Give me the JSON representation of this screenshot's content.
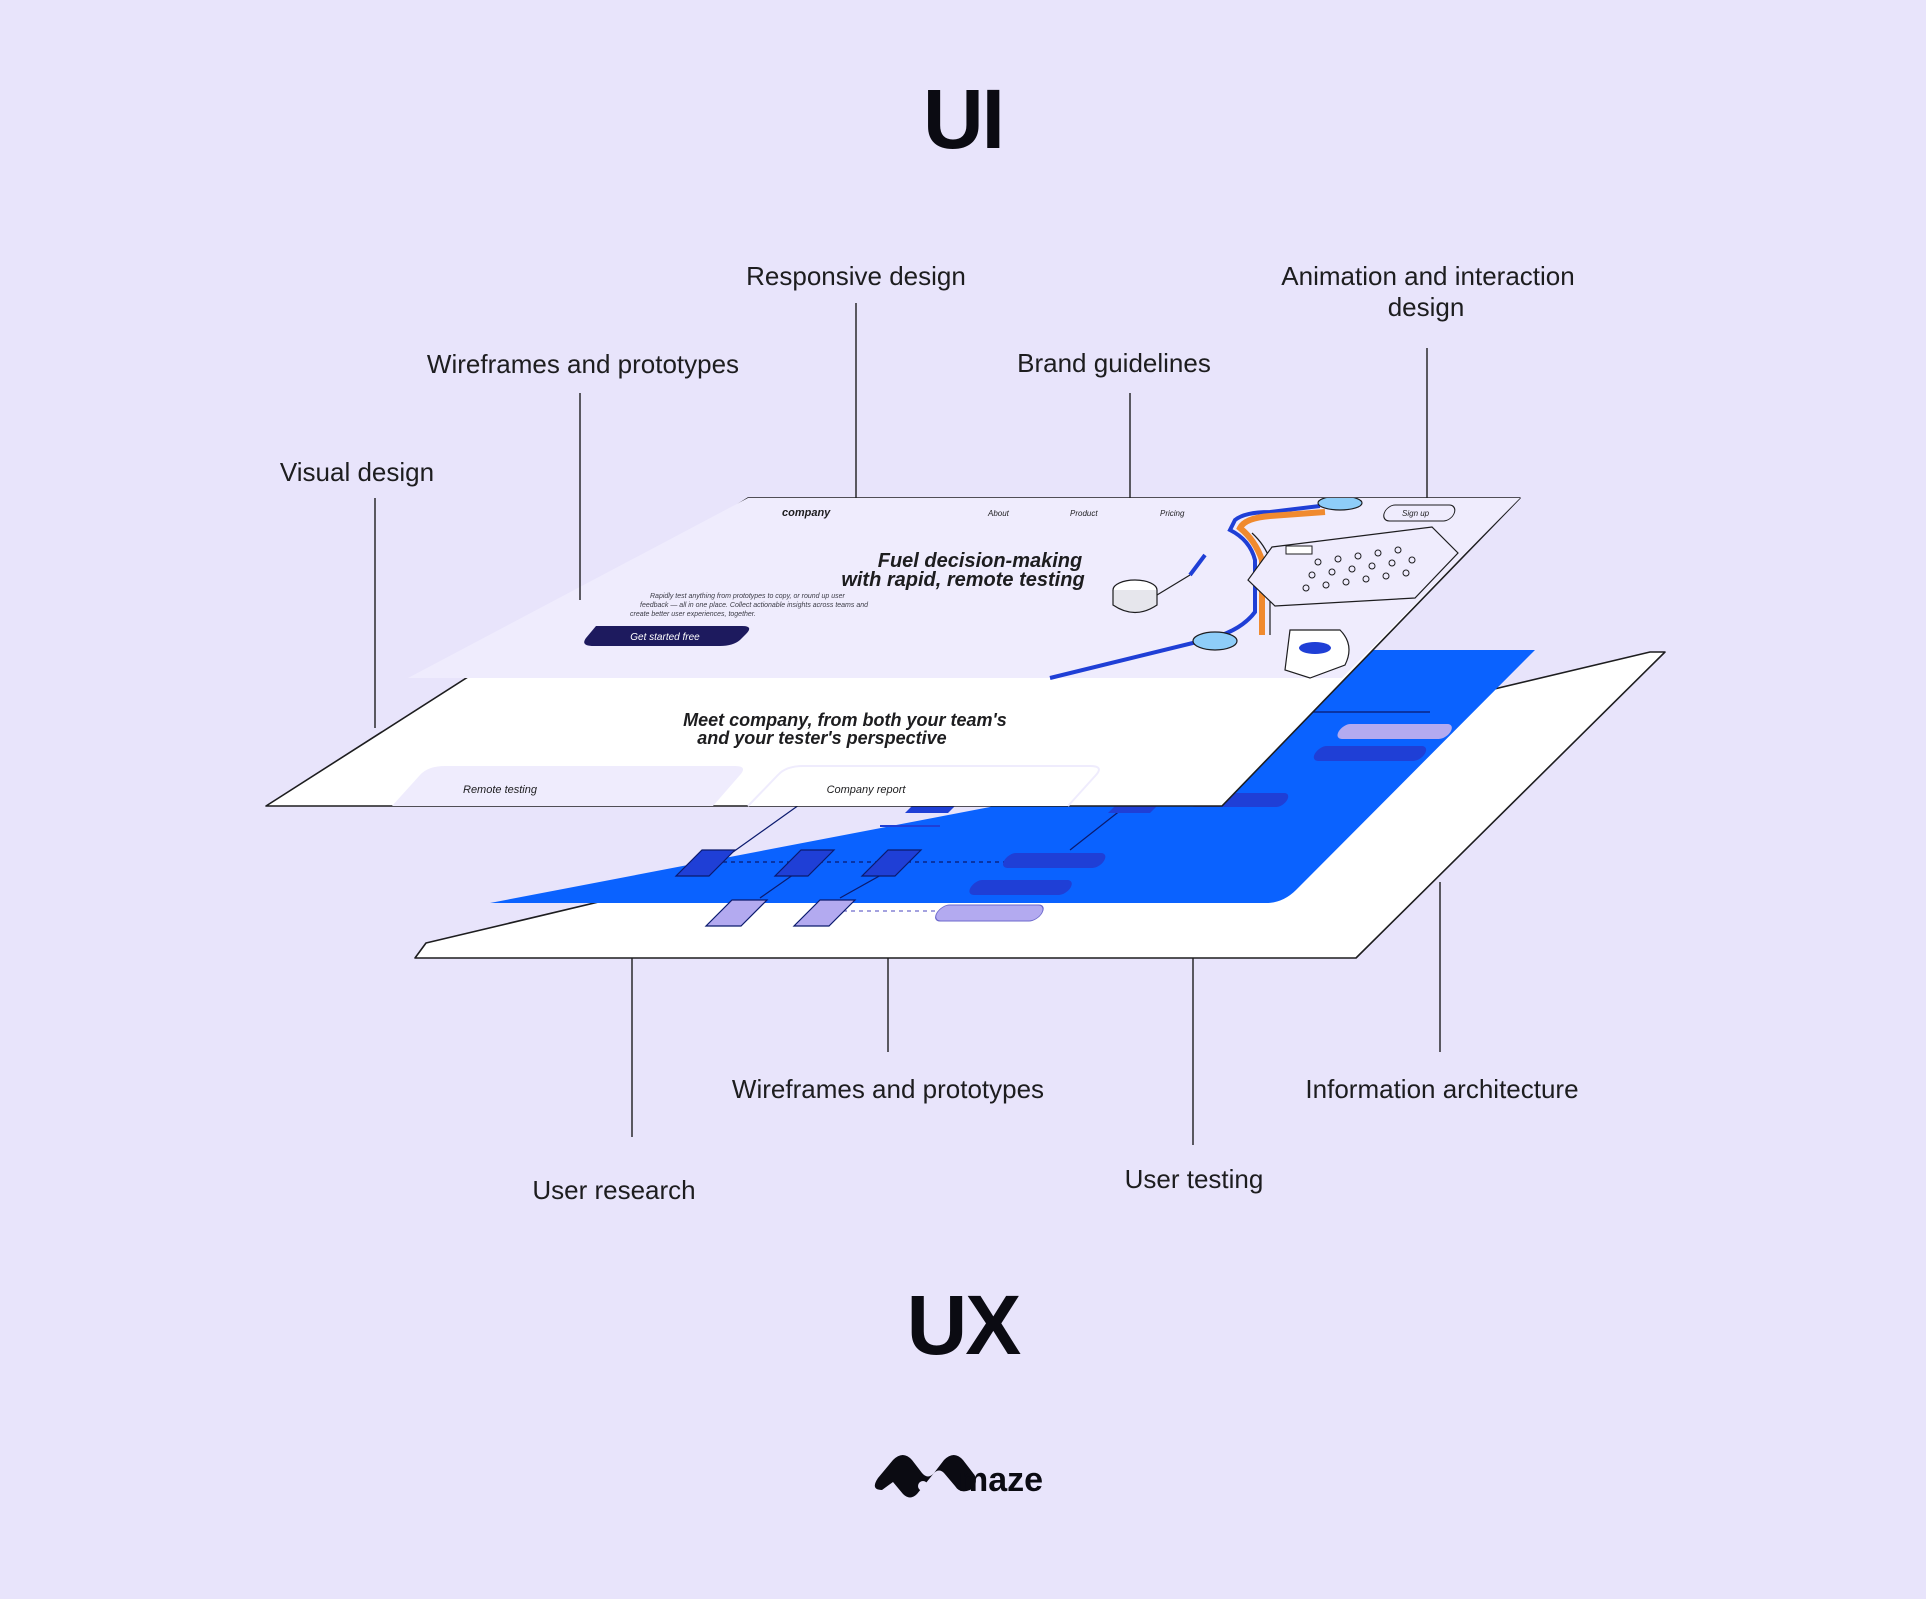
{
  "diagram": {
    "title_top": "UI",
    "title_bottom": "UX",
    "colors": {
      "background": "#e8e4fb",
      "ux_layer": "#ffffff",
      "ux_blue": "#0a62ff",
      "wire_dark": "#1f3fd6",
      "wire_light": "#b3aaf0",
      "ui_layer_top": "#efecfd",
      "ui_accent_orange": "#f08a2e",
      "ui_button": "#1d1a5e"
    },
    "ui_callouts": [
      {
        "label": "Visual design"
      },
      {
        "label": "Wireframes and prototypes"
      },
      {
        "label": "Responsive design"
      },
      {
        "label": "Brand guidelines"
      },
      {
        "label": "Animation and interaction",
        "label_line2": "design"
      }
    ],
    "ux_callouts": [
      {
        "label": "User research"
      },
      {
        "label": "Wireframes and prototypes"
      },
      {
        "label": "User testing"
      },
      {
        "label": "Information architecture"
      }
    ],
    "ui_mockup": {
      "logo": "company",
      "nav": [
        "About",
        "Product",
        "Pricing"
      ],
      "signup": "Sign up",
      "headline_line1": "Fuel decision-making",
      "headline_line2": "with rapid, remote testing",
      "body_line1": "Rapidly test anything from prototypes to copy, or round up user",
      "body_line2": "feedback — all in one place. Collect actionable insights across teams and",
      "body_line3": "create better user experiences, together.",
      "cta": "Get started free",
      "section_line1": "Meet company, from both your team's",
      "section_line2": "and your tester's perspective",
      "tab1": "Remote testing",
      "tab2": "Company report"
    },
    "brand": {
      "name": "maze",
      "icon": "maze-logo-icon"
    }
  }
}
